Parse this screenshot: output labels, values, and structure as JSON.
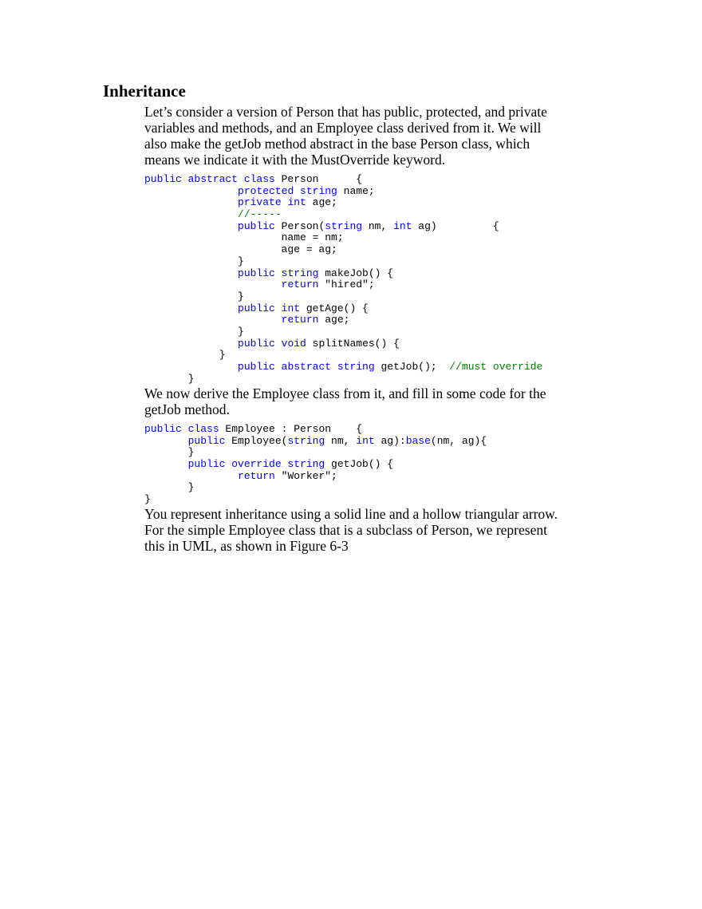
{
  "heading": "Inheritance",
  "paragraphs": {
    "intro": [
      "Let’s consider a version of Person that has public, protected, and private",
      "variables and methods, and an Employee class derived from it. We will",
      "also make the getJob method abstract in the base Person class, which",
      "means we indicate it with the MustOverride keyword."
    ],
    "derive": [
      "We now derive the Employee class from it, and fill in some code for the",
      "getJob method."
    ],
    "uml": [
      "You represent inheritance using a solid line and a hollow triangular arrow.",
      "For the simple Employee class that is a subclass of Person, we  represent",
      "this in UML, as shown in Figure 6-3"
    ]
  },
  "code_person": [
    [
      {
        "t": "kw",
        "s": "public abstract class"
      },
      {
        "t": "tx",
        "s": " Person      {"
      }
    ],
    [
      {
        "t": "tx",
        "s": "               "
      },
      {
        "t": "kw",
        "s": "protected string"
      },
      {
        "t": "tx",
        "s": " name;"
      }
    ],
    [
      {
        "t": "tx",
        "s": "               "
      },
      {
        "t": "kw",
        "s": "private int"
      },
      {
        "t": "tx",
        "s": " age;"
      }
    ],
    [
      {
        "t": "tx",
        "s": "               "
      },
      {
        "t": "cm",
        "s": "//-----"
      }
    ],
    [
      {
        "t": "tx",
        "s": "               "
      },
      {
        "t": "kw",
        "s": "public"
      },
      {
        "t": "tx",
        "s": " Person("
      },
      {
        "t": "kw",
        "s": "string"
      },
      {
        "t": "tx",
        "s": " nm, "
      },
      {
        "t": "kw",
        "s": "int"
      },
      {
        "t": "tx",
        "s": " ag)         {"
      }
    ],
    [
      {
        "t": "tx",
        "s": "                      name = nm;"
      }
    ],
    [
      {
        "t": "tx",
        "s": "                      age = ag;"
      }
    ],
    [
      {
        "t": "tx",
        "s": "               }"
      }
    ],
    [
      {
        "t": "tx",
        "s": "               "
      },
      {
        "t": "kw",
        "s": "public string"
      },
      {
        "t": "tx",
        "s": " makeJob() {"
      }
    ],
    [
      {
        "t": "tx",
        "s": "                      "
      },
      {
        "t": "kw",
        "s": "return"
      },
      {
        "t": "tx",
        "s": " \"hired\";"
      }
    ],
    [
      {
        "t": "tx",
        "s": "               }"
      }
    ],
    [
      {
        "t": "tx",
        "s": "               "
      },
      {
        "t": "kw",
        "s": "public int"
      },
      {
        "t": "tx",
        "s": " getAge() {"
      }
    ],
    [
      {
        "t": "tx",
        "s": "                      "
      },
      {
        "t": "kw",
        "s": "return"
      },
      {
        "t": "tx",
        "s": " age;"
      }
    ],
    [
      {
        "t": "tx",
        "s": "               }"
      }
    ],
    [
      {
        "t": "tx",
        "s": "               "
      },
      {
        "t": "kw",
        "s": "public void"
      },
      {
        "t": "tx",
        "s": " splitNames() {"
      }
    ],
    [
      {
        "t": "tx",
        "s": "            }"
      }
    ],
    [
      {
        "t": "tx",
        "s": "               "
      },
      {
        "t": "kw",
        "s": "public abstract string"
      },
      {
        "t": "tx",
        "s": " getJob();  "
      },
      {
        "t": "cm",
        "s": "//must override"
      }
    ],
    [
      {
        "t": "tx",
        "s": "       }"
      }
    ]
  ],
  "code_employee": [
    [
      {
        "t": "kw",
        "s": "public class"
      },
      {
        "t": "tx",
        "s": " Employee : Person    {"
      }
    ],
    [
      {
        "t": "tx",
        "s": "       "
      },
      {
        "t": "kw",
        "s": "public"
      },
      {
        "t": "tx",
        "s": " Employee("
      },
      {
        "t": "kw",
        "s": "string"
      },
      {
        "t": "tx",
        "s": " nm, "
      },
      {
        "t": "kw",
        "s": "int"
      },
      {
        "t": "tx",
        "s": " ag):"
      },
      {
        "t": "kw",
        "s": "base"
      },
      {
        "t": "tx",
        "s": "(nm, ag){"
      }
    ],
    [
      {
        "t": "tx",
        "s": "       }"
      }
    ],
    [
      {
        "t": "tx",
        "s": "       "
      },
      {
        "t": "kw",
        "s": "public override string"
      },
      {
        "t": "tx",
        "s": " getJob() {"
      }
    ],
    [
      {
        "t": "tx",
        "s": "               "
      },
      {
        "t": "kw",
        "s": "return"
      },
      {
        "t": "tx",
        "s": " \"Worker\";"
      }
    ],
    [
      {
        "t": "tx",
        "s": "       }"
      }
    ],
    [
      {
        "t": "tx",
        "s": "}"
      }
    ]
  ],
  "colors": {
    "keyword": "#0000ff",
    "comment": "#008000",
    "text": "#000000"
  }
}
